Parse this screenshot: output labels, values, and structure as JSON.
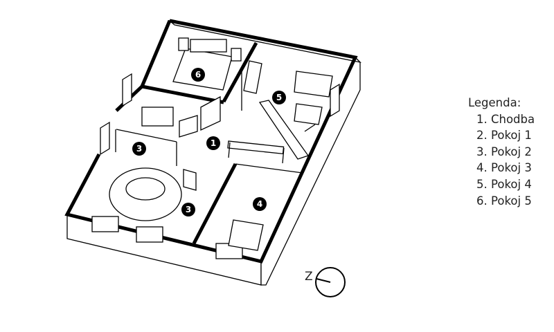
{
  "plan": {
    "room_markers": [
      {
        "number": "1"
      },
      {
        "number": "3"
      },
      {
        "number": "3"
      },
      {
        "number": "4"
      },
      {
        "number": "5"
      },
      {
        "number": "6"
      }
    ],
    "compass_label": "Z"
  },
  "legend": {
    "title": "Legenda:",
    "items": [
      "1. Chodba",
      "2. Pokoj 1",
      "3. Pokoj 2",
      "4. Pokoj 3",
      "5. Pokoj 4",
      "6. Pokoj 5"
    ]
  }
}
